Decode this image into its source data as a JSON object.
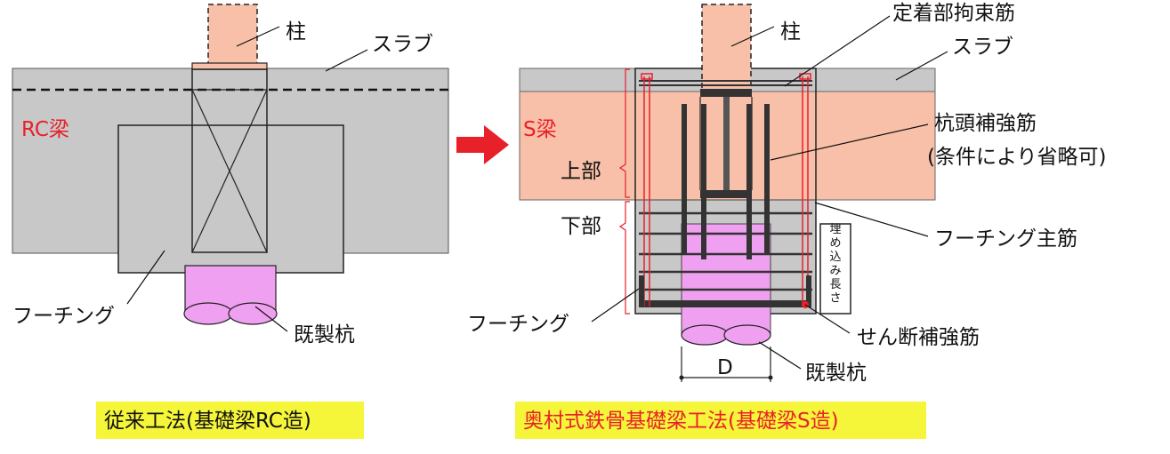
{
  "colors": {
    "slab_gray": "#c8c8c8",
    "beam_salmon": "#f8c0a8",
    "pile_pink": "#f0a0f0",
    "accent_red": "#e8202a",
    "caption_bg": "#f5f53a",
    "rebar_dark": "#333333"
  },
  "left": {
    "label_column": "柱",
    "label_slab": "スラブ",
    "label_beam": "RC梁",
    "label_footing": "フーチング",
    "label_pile": "既製杭",
    "caption": "従来工法(基礎梁RC造)"
  },
  "right": {
    "label_column": "柱",
    "label_anchor_rebar": "定着部拘束筋",
    "label_slab": "スラブ",
    "label_beam": "S梁",
    "label_pile_head_rebar": "杭頭補強筋",
    "label_pile_head_note": "(条件により省略可)",
    "label_upper": "上部",
    "label_lower": "下部",
    "label_footing_main_rebar": "フーチング主筋",
    "label_embed_length": "埋め込み長さ",
    "label_footing": "フーチング",
    "label_shear_rebar": "せん断補強筋",
    "label_pile": "既製杭",
    "label_pile_dia": "D",
    "caption": "奥村式鉄骨基礎梁工法(基礎梁S造)"
  },
  "arrow": "right-arrow-icon"
}
